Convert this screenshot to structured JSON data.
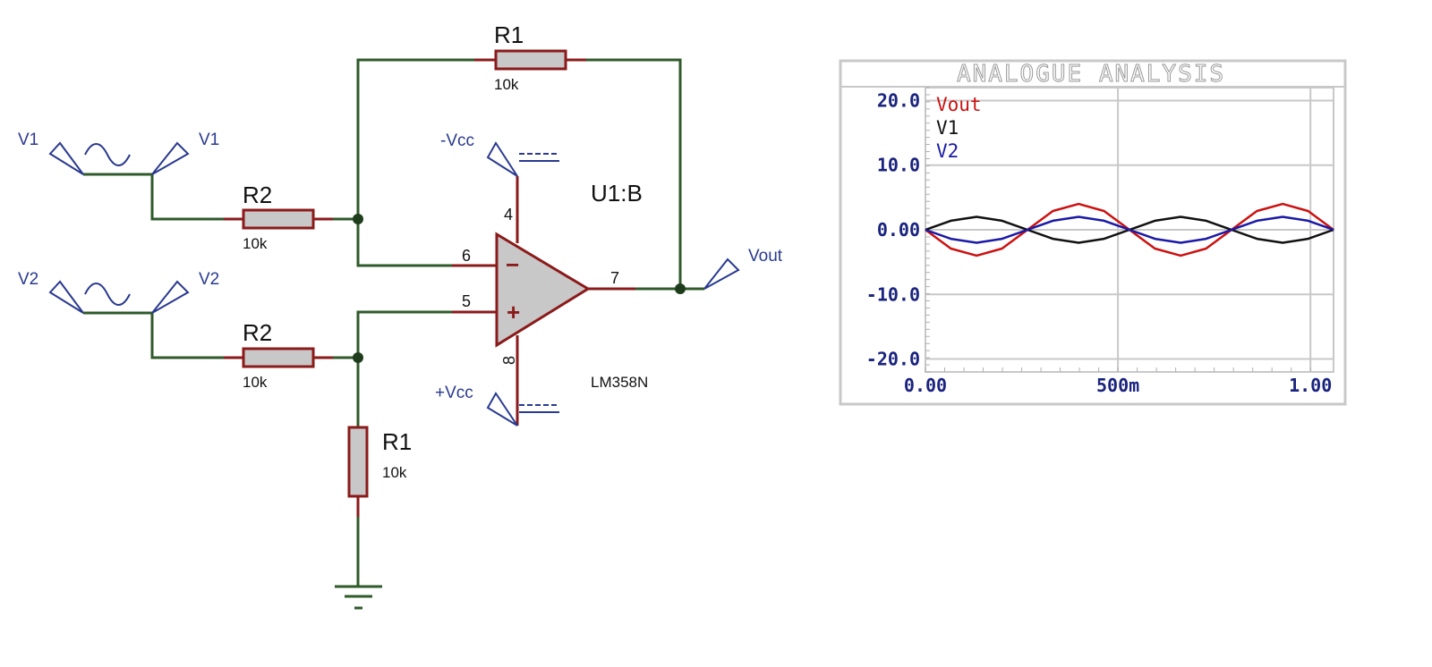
{
  "schematic": {
    "r1_top": {
      "name": "R1",
      "value": "10k"
    },
    "r2_top": {
      "name": "R2",
      "value": "10k"
    },
    "r2_bottom": {
      "name": "R2",
      "value": "10k"
    },
    "r1_bottom": {
      "name": "R1",
      "value": "10k"
    },
    "opamp": {
      "ref": "U1:B",
      "part": "LM358N",
      "pin_inv": "6",
      "pin_noninv": "5",
      "pin_out": "7",
      "pin_vneg": "4",
      "pin_vpos": "8",
      "sign_minus": "−",
      "sign_plus": "+"
    },
    "sources": {
      "v1_left": "V1",
      "v1_right": "V1",
      "v2_left": "V2",
      "v2_right": "V2"
    },
    "supplies": {
      "neg": "-Vcc",
      "pos": "+Vcc"
    },
    "output": "Vout"
  },
  "chart_data": {
    "type": "line",
    "title": "ANALOGUE ANALYSIS",
    "xlim": [
      0,
      1.06
    ],
    "ylim": [
      -22,
      22
    ],
    "x_ticks": [
      {
        "v": 0,
        "label": "0.00"
      },
      {
        "v": 0.5,
        "label": "500m"
      },
      {
        "v": 1.0,
        "label": "1.00"
      }
    ],
    "y_ticks": [
      {
        "v": 20,
        "label": "20.0"
      },
      {
        "v": 10,
        "label": "10.0"
      },
      {
        "v": 0,
        "label": "0.00"
      },
      {
        "v": -10,
        "label": "-10.0"
      },
      {
        "v": -20,
        "label": "-20.0"
      }
    ],
    "grid": true,
    "legend_position": "top-left",
    "series": [
      {
        "name": "Vout",
        "color": "#cc1111",
        "x": [
          0,
          0.066,
          0.133,
          0.199,
          0.265,
          0.331,
          0.398,
          0.464,
          0.53,
          0.596,
          0.663,
          0.729,
          0.795,
          0.861,
          0.928,
          0.994,
          1.06
        ],
        "y": [
          0,
          -2.9,
          -4,
          -2.9,
          0,
          2.9,
          4,
          2.9,
          0,
          -2.9,
          -4,
          -2.9,
          0,
          2.9,
          4,
          2.9,
          0
        ]
      },
      {
        "name": "V1",
        "color": "#111111",
        "x": [
          0,
          0.066,
          0.133,
          0.199,
          0.265,
          0.331,
          0.398,
          0.464,
          0.53,
          0.596,
          0.663,
          0.729,
          0.795,
          0.861,
          0.928,
          0.994,
          1.06
        ],
        "y": [
          0,
          1.4,
          2,
          1.4,
          0,
          -1.4,
          -2,
          -1.4,
          0,
          1.4,
          2,
          1.4,
          0,
          -1.4,
          -2,
          -1.4,
          0
        ]
      },
      {
        "name": "V2",
        "color": "#1a1aa6",
        "x": [
          0,
          0.066,
          0.133,
          0.199,
          0.265,
          0.331,
          0.398,
          0.464,
          0.53,
          0.596,
          0.663,
          0.729,
          0.795,
          0.861,
          0.928,
          0.994,
          1.06
        ],
        "y": [
          0,
          -1.4,
          -2,
          -1.4,
          0,
          1.4,
          2,
          1.4,
          0,
          -1.4,
          -2,
          -1.4,
          0,
          1.4,
          2,
          1.4,
          0
        ]
      }
    ]
  }
}
